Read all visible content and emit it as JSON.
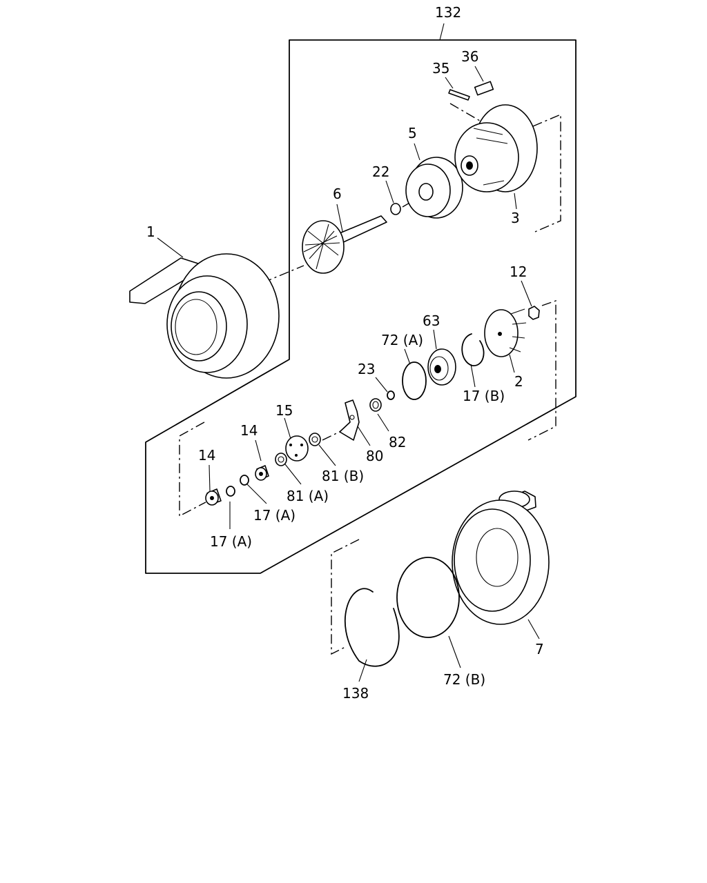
{
  "diagram": {
    "callouts": [
      {
        "id": "132",
        "label": "132"
      },
      {
        "id": "36",
        "label": "36"
      },
      {
        "id": "35",
        "label": "35"
      },
      {
        "id": "5",
        "label": "5"
      },
      {
        "id": "22",
        "label": "22"
      },
      {
        "id": "6",
        "label": "6"
      },
      {
        "id": "3",
        "label": "3"
      },
      {
        "id": "1",
        "label": "1"
      },
      {
        "id": "12",
        "label": "12"
      },
      {
        "id": "63",
        "label": "63"
      },
      {
        "id": "72a",
        "label": "72 (A)"
      },
      {
        "id": "23",
        "label": "23"
      },
      {
        "id": "17b",
        "label": "17 (B)"
      },
      {
        "id": "2",
        "label": "2"
      },
      {
        "id": "15",
        "label": "15"
      },
      {
        "id": "82",
        "label": "82"
      },
      {
        "id": "80",
        "label": "80"
      },
      {
        "id": "14a",
        "label": "14"
      },
      {
        "id": "81b",
        "label": "81 (B)"
      },
      {
        "id": "81a",
        "label": "81 (A)"
      },
      {
        "id": "14b",
        "label": "14"
      },
      {
        "id": "17a1",
        "label": "17 (A)"
      },
      {
        "id": "17a2",
        "label": "17 (A)"
      },
      {
        "id": "7",
        "label": "7"
      },
      {
        "id": "138",
        "label": "138"
      },
      {
        "id": "72b",
        "label": "72 (B)"
      }
    ]
  }
}
